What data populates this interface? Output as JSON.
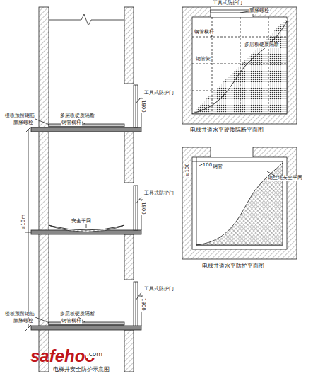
{
  "diagram": {
    "caption": "电梯井安全防护示意图",
    "labels": [
      "工具式防护门",
      "1800",
      "楼板预留钢筋",
      "膨胀螺栓",
      "多层板硬质隔断",
      "钢管横杆",
      "工具式防护门",
      "1800",
      "安全平网",
      "工具式防护门",
      "1800",
      "楼板预留钢筋",
      "膨胀螺栓",
      "多层板硬质隔断",
      "钢管横杆",
      "≤10m",
      "工具式防护门",
      "膨胀螺栓",
      "钢管横杆",
      "钢管架",
      "多层板硬质隔断",
      "电梯井道水平硬质隔断平面图",
      "≥100",
      "≥100",
      "钢管",
      "钢丝绳安全平网",
      "电梯井道水平防护平面图",
      "safehoo",
      ".com"
    ]
  }
}
